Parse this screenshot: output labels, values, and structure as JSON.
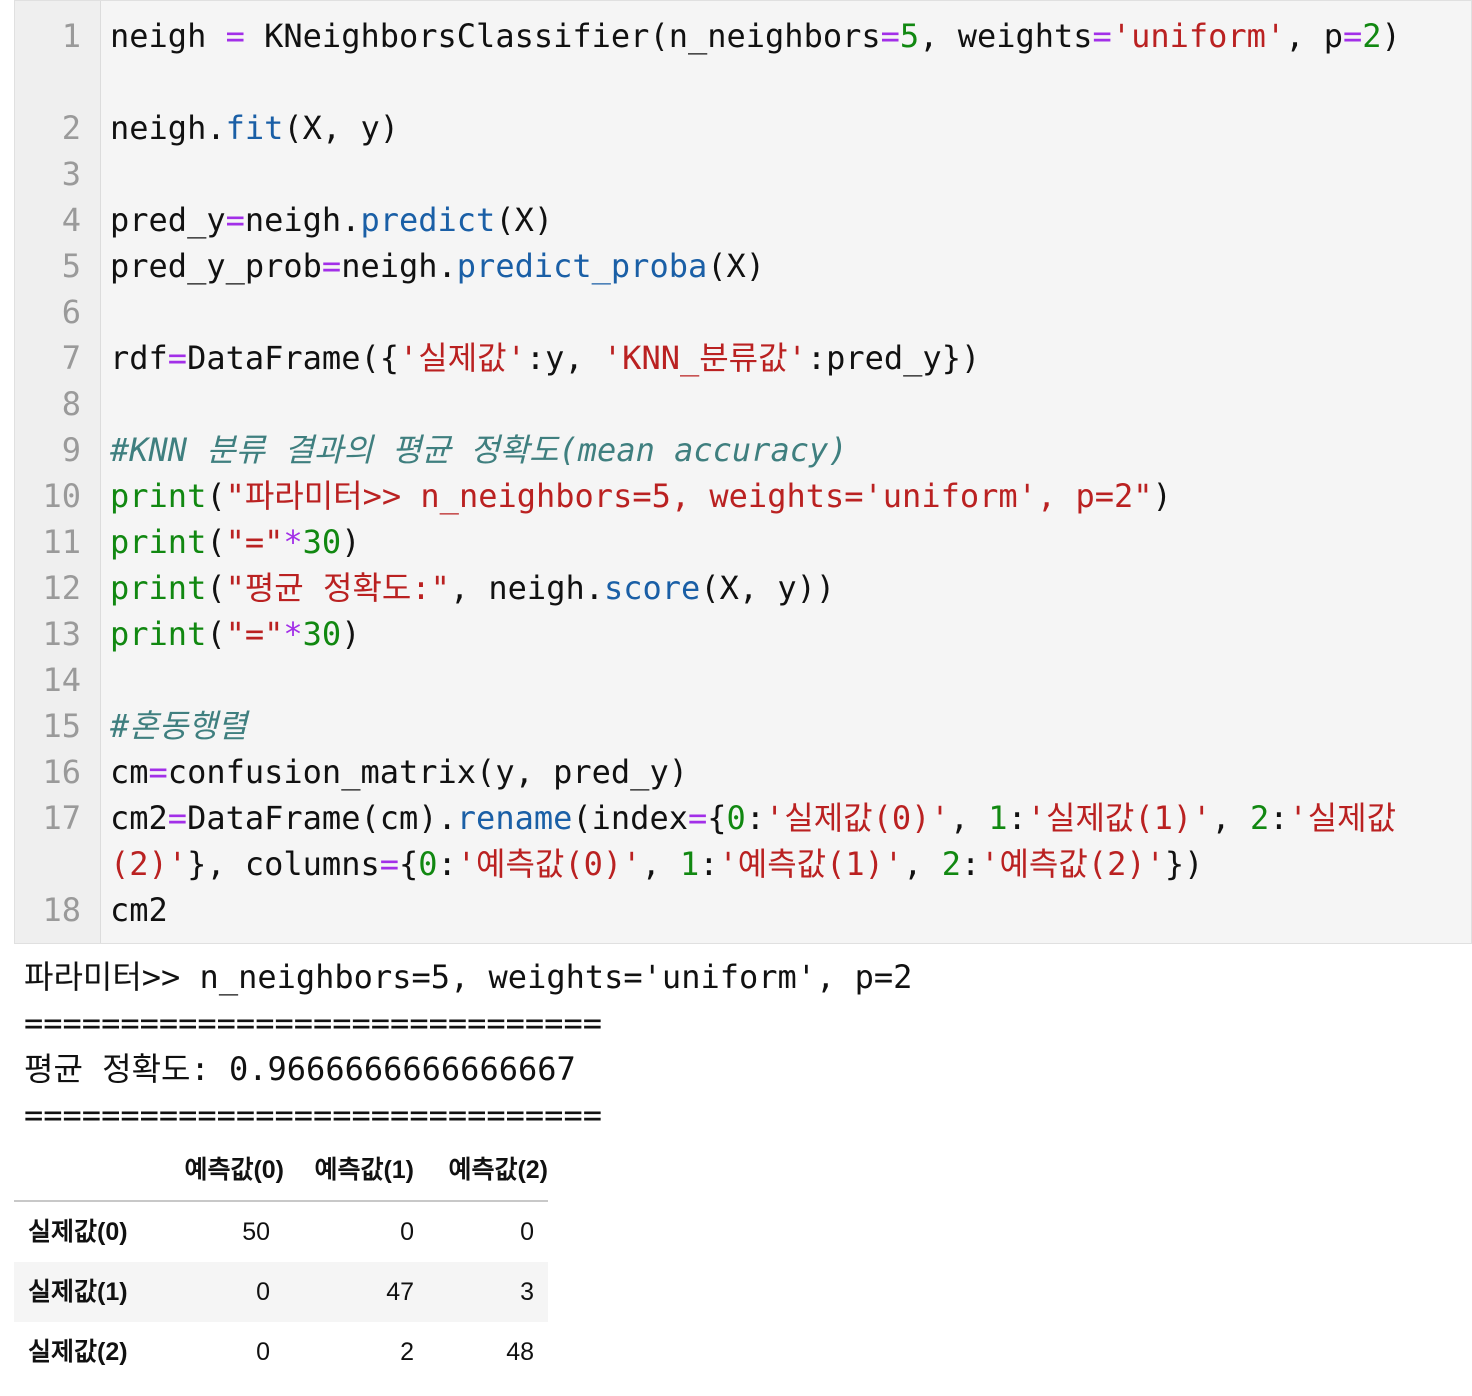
{
  "colors": {
    "operator": "#a22fe8",
    "string": "#ba2121",
    "number": "#118811",
    "function": "#1a5fa6",
    "keyword": "#118811",
    "comment": "#3f7f7f"
  },
  "code_cell": {
    "lines": [
      {
        "n": "1",
        "tokens": [
          [
            "neigh ",
            ""
          ],
          [
            "=",
            "op"
          ],
          [
            " KNeighborsClassifier(n_neighbors",
            ""
          ],
          [
            "=",
            "op"
          ],
          [
            "5",
            "num"
          ],
          [
            ", weights",
            ""
          ],
          [
            "=",
            "op"
          ],
          [
            "'uniform'",
            "str"
          ],
          [
            ", p",
            ""
          ],
          [
            "=",
            "op"
          ],
          [
            "2",
            "num"
          ],
          [
            ")",
            ""
          ]
        ]
      },
      {
        "n": "2",
        "tokens": [
          [
            "neigh.",
            ""
          ],
          [
            "fit",
            "fn"
          ],
          [
            "(X, y)",
            ""
          ]
        ]
      },
      {
        "n": "3",
        "tokens": []
      },
      {
        "n": "4",
        "tokens": [
          [
            "pred_y",
            ""
          ],
          [
            "=",
            "op"
          ],
          [
            "neigh.",
            ""
          ],
          [
            "predict",
            "fn"
          ],
          [
            "(X)",
            ""
          ]
        ]
      },
      {
        "n": "5",
        "tokens": [
          [
            "pred_y_prob",
            ""
          ],
          [
            "=",
            "op"
          ],
          [
            "neigh.",
            ""
          ],
          [
            "predict_proba",
            "fn"
          ],
          [
            "(X)",
            ""
          ]
        ]
      },
      {
        "n": "6",
        "tokens": []
      },
      {
        "n": "7",
        "tokens": [
          [
            "rdf",
            ""
          ],
          [
            "=",
            "op"
          ],
          [
            "DataFrame({",
            ""
          ],
          [
            "'실제값'",
            "str"
          ],
          [
            ":y, ",
            ""
          ],
          [
            "'KNN_분류값'",
            "str"
          ],
          [
            ":pred_y})",
            ""
          ]
        ]
      },
      {
        "n": "8",
        "tokens": []
      },
      {
        "n": "9",
        "tokens": [
          [
            "#KNN 분류 결과의 평균 정확도(mean accuracy)",
            "com"
          ]
        ]
      },
      {
        "n": "10",
        "tokens": [
          [
            "print",
            "kw"
          ],
          [
            "(",
            ""
          ],
          [
            "\"파라미터>> n_neighbors=5, weights='uniform', p=2\"",
            "str"
          ],
          [
            ")",
            ""
          ]
        ]
      },
      {
        "n": "11",
        "tokens": [
          [
            "print",
            "kw"
          ],
          [
            "(",
            ""
          ],
          [
            "\"=\"",
            "str"
          ],
          [
            "*",
            "op"
          ],
          [
            "30",
            "num"
          ],
          [
            ")",
            ""
          ]
        ]
      },
      {
        "n": "12",
        "tokens": [
          [
            "print",
            "kw"
          ],
          [
            "(",
            ""
          ],
          [
            "\"평균 정확도:\"",
            "str"
          ],
          [
            ", neigh.",
            ""
          ],
          [
            "score",
            "fn"
          ],
          [
            "(X, y))",
            ""
          ]
        ]
      },
      {
        "n": "13",
        "tokens": [
          [
            "print",
            "kw"
          ],
          [
            "(",
            ""
          ],
          [
            "\"=\"",
            "str"
          ],
          [
            "*",
            "op"
          ],
          [
            "30",
            "num"
          ],
          [
            ")",
            ""
          ]
        ]
      },
      {
        "n": "14",
        "tokens": []
      },
      {
        "n": "15",
        "tokens": [
          [
            "#혼동행렬",
            "com"
          ]
        ]
      },
      {
        "n": "16",
        "tokens": [
          [
            "cm",
            ""
          ],
          [
            "=",
            "op"
          ],
          [
            "confusion_matrix(y, pred_y)",
            ""
          ]
        ]
      },
      {
        "n": "17",
        "tokens": [
          [
            "cm2",
            ""
          ],
          [
            "=",
            "op"
          ],
          [
            "DataFrame(cm).",
            ""
          ],
          [
            "rename",
            "fn"
          ],
          [
            "(index",
            ""
          ],
          [
            "=",
            "op"
          ],
          [
            "{",
            ""
          ],
          [
            "0",
            "num"
          ],
          [
            ":",
            ""
          ],
          [
            "'실제값(0)'",
            "str"
          ],
          [
            ", ",
            ""
          ],
          [
            "1",
            "num"
          ],
          [
            ":",
            ""
          ],
          [
            "'실제값(1)'",
            "str"
          ],
          [
            ", ",
            ""
          ],
          [
            "2",
            "num"
          ],
          [
            ":",
            ""
          ],
          [
            "'실제값(2)'",
            "str"
          ],
          [
            "}, columns",
            ""
          ],
          [
            "=",
            "op"
          ],
          [
            "{",
            ""
          ],
          [
            "0",
            "num"
          ],
          [
            ":",
            ""
          ],
          [
            "'예측값(0)'",
            "str"
          ],
          [
            ", ",
            ""
          ],
          [
            "1",
            "num"
          ],
          [
            ":",
            ""
          ],
          [
            "'예측값(1)'",
            "str"
          ],
          [
            ", ",
            ""
          ],
          [
            "2",
            "num"
          ],
          [
            ":",
            ""
          ],
          [
            "'예측값(2)'",
            "str"
          ],
          [
            "})",
            ""
          ]
        ]
      },
      {
        "n": "18",
        "tokens": [
          [
            "cm2",
            ""
          ]
        ]
      }
    ]
  },
  "output": {
    "param_line": "파라미터>> n_neighbors=5, weights='uniform', p=2",
    "separator": "==============================",
    "accuracy_line": "평균 정확도: 0.9666666666666667"
  },
  "confusion_table": {
    "columns": [
      "예측값(0)",
      "예측값(1)",
      "예측값(2)"
    ],
    "rows": [
      {
        "label": "실제값(0)",
        "values": [
          "50",
          "0",
          "0"
        ]
      },
      {
        "label": "실제값(1)",
        "values": [
          "0",
          "47",
          "3"
        ]
      },
      {
        "label": "실제값(2)",
        "values": [
          "0",
          "2",
          "48"
        ]
      }
    ]
  }
}
